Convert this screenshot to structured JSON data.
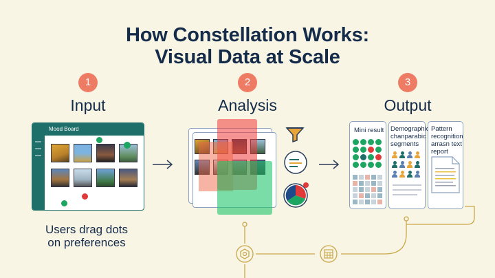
{
  "title": {
    "line1": "How Constellation Works:",
    "line2": "Visual Data at Scale"
  },
  "steps": [
    {
      "number": "1",
      "label": "Input"
    },
    {
      "number": "2",
      "label": "Analysis"
    },
    {
      "number": "3",
      "label": "Output"
    }
  ],
  "input": {
    "window_title": "Mood Board",
    "caption_line1": "Users drag dots",
    "caption_line2": "on preferences"
  },
  "output": {
    "card1_title": "Mini result",
    "card2_title_line1": "Demographic",
    "card2_title_line2": "chanparabic",
    "card2_title_line3": "segments",
    "card3_title_line1": "Pattern",
    "card3_title_line2": "recognition",
    "card3_title_line3": "arrasn text",
    "card3_title_line4": "report"
  },
  "icons": [
    "filter-icon",
    "list-icon",
    "pie-chart-icon",
    "hexagon-nut-icon",
    "calendar-grid-icon",
    "arrow-right-icon"
  ],
  "colors": {
    "accent": "#ee7b64",
    "navy": "#152b4a",
    "teal": "#1e6e6a",
    "green": "#1da562",
    "red": "#e23a3a",
    "amber": "#e8a63a"
  }
}
